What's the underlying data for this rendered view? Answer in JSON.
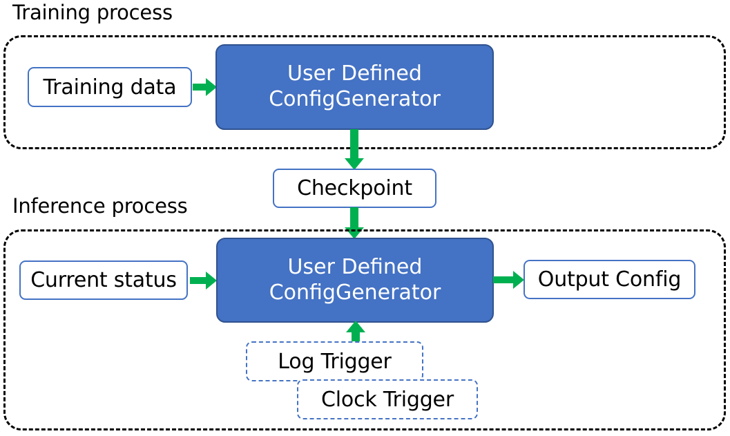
{
  "diagram": {
    "title_training": "Training process",
    "title_inference": "Inference process",
    "accent_blue": "#4472C4",
    "accent_blue_border": "#2F528F",
    "accent_green": "#00B050",
    "container_border": "#000000",
    "background": "#ffffff"
  },
  "training": {
    "label": "Training process",
    "nodes": {
      "training_data": "Training data",
      "generator_line1": "User Defined",
      "generator_line2": "ConfigGenerator"
    }
  },
  "bridge": {
    "checkpoint": "Checkpoint"
  },
  "inference": {
    "label": "Inference process",
    "nodes": {
      "current_status": "Current status",
      "generator_line1": "User Defined",
      "generator_line2": "ConfigGenerator",
      "output_config": "Output Config",
      "log_trigger": "Log Trigger",
      "clock_trigger": "Clock Trigger"
    }
  },
  "arrows": [
    {
      "name": "training-data-to-generator",
      "direction": "right"
    },
    {
      "name": "training-generator-to-checkpoint",
      "direction": "down"
    },
    {
      "name": "checkpoint-to-inference-generator",
      "direction": "down"
    },
    {
      "name": "current-status-to-generator",
      "direction": "right"
    },
    {
      "name": "generator-to-output-config",
      "direction": "right"
    },
    {
      "name": "log-trigger-to-generator",
      "direction": "up"
    }
  ]
}
